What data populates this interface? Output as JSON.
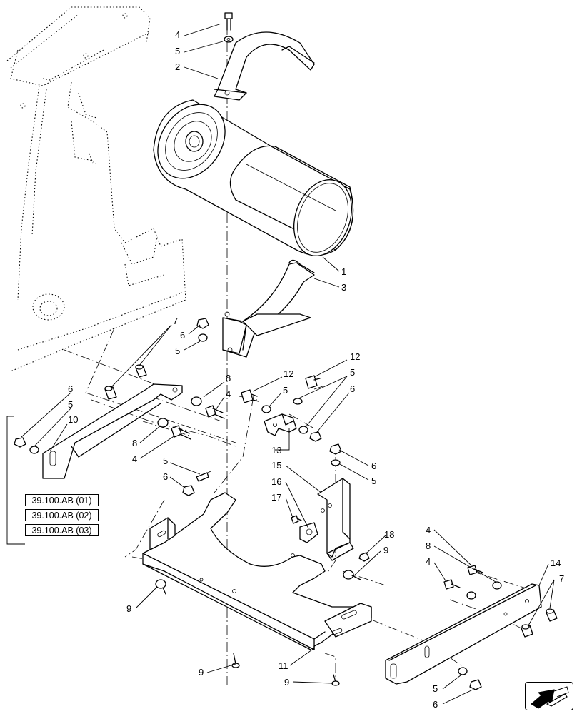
{
  "callouts": [
    {
      "id": "c4a",
      "text": "4"
    },
    {
      "id": "c5a",
      "text": "5"
    },
    {
      "id": "c2",
      "text": "2"
    },
    {
      "id": "c1",
      "text": "1"
    },
    {
      "id": "c3",
      "text": "3"
    },
    {
      "id": "c7a",
      "text": "7"
    },
    {
      "id": "c6a",
      "text": "6"
    },
    {
      "id": "c5b",
      "text": "5"
    },
    {
      "id": "c6b",
      "text": "6"
    },
    {
      "id": "c5c",
      "text": "5"
    },
    {
      "id": "c10",
      "text": "10"
    },
    {
      "id": "c8a",
      "text": "8"
    },
    {
      "id": "c4b",
      "text": "4"
    },
    {
      "id": "c8b",
      "text": "8"
    },
    {
      "id": "c4c",
      "text": "4"
    },
    {
      "id": "c5d",
      "text": "5"
    },
    {
      "id": "c6c",
      "text": "6"
    },
    {
      "id": "c12a",
      "text": "12"
    },
    {
      "id": "c12b",
      "text": "12"
    },
    {
      "id": "c5e",
      "text": "5"
    },
    {
      "id": "c5f",
      "text": "5"
    },
    {
      "id": "c6d",
      "text": "6"
    },
    {
      "id": "c13",
      "text": "13"
    },
    {
      "id": "c6e",
      "text": "6"
    },
    {
      "id": "c5g",
      "text": "5"
    },
    {
      "id": "c15",
      "text": "15"
    },
    {
      "id": "c16",
      "text": "16"
    },
    {
      "id": "c17",
      "text": "17"
    },
    {
      "id": "c18",
      "text": "18"
    },
    {
      "id": "c9a",
      "text": "9"
    },
    {
      "id": "c4d",
      "text": "4"
    },
    {
      "id": "c8c",
      "text": "8"
    },
    {
      "id": "c4e",
      "text": "4"
    },
    {
      "id": "c14",
      "text": "14"
    },
    {
      "id": "c7b",
      "text": "7"
    },
    {
      "id": "c9b",
      "text": "9"
    },
    {
      "id": "c11",
      "text": "11"
    },
    {
      "id": "c9c",
      "text": "9"
    },
    {
      "id": "c9d",
      "text": "9"
    },
    {
      "id": "c5h",
      "text": "5"
    },
    {
      "id": "c6f",
      "text": "6"
    }
  ],
  "references": [
    "39.100.AB (01)",
    "39.100.AB (02)",
    "39.100.AB (03)"
  ],
  "nav_icon": "next-page-arrow-icon"
}
